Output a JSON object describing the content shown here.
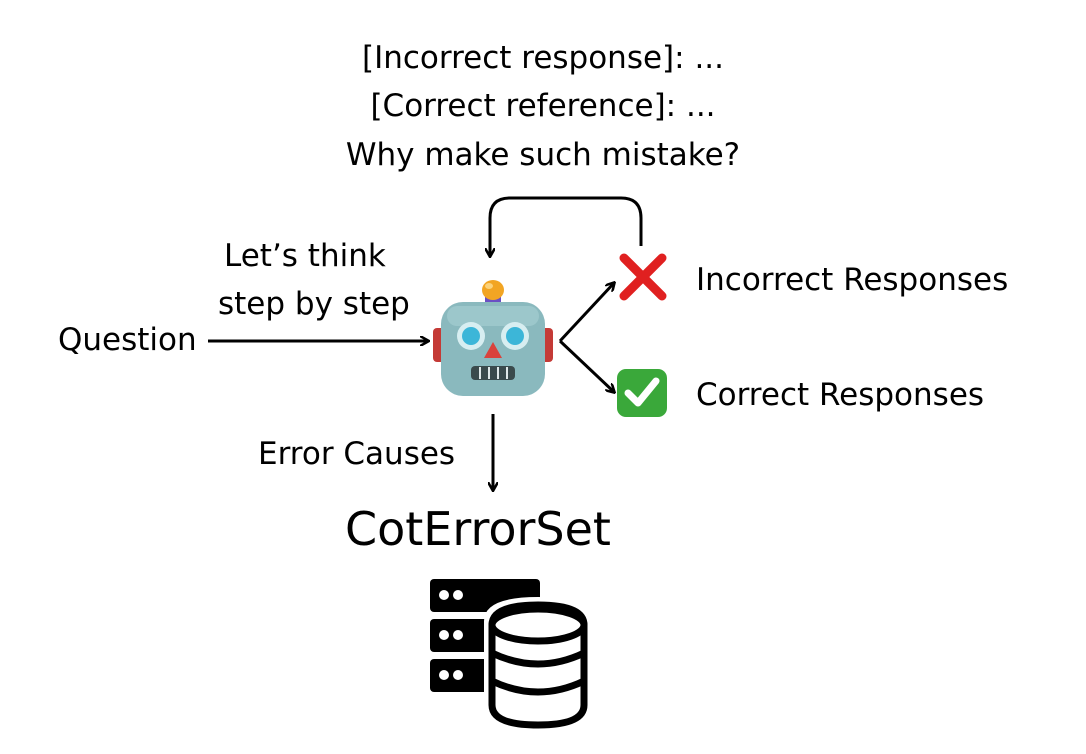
{
  "prompt": {
    "line1": "[Incorrect response]: ...",
    "line2": "[Correct reference]: ...",
    "line3": "Why make such mistake?"
  },
  "input": {
    "question": "Question",
    "cot_line1": "Let’s think",
    "cot_line2": "step by step"
  },
  "outputs": {
    "incorrect": "Incorrect Responses",
    "correct": "Correct Responses"
  },
  "error_causes": "Error Causes",
  "dataset_title": "CotErrorSet",
  "icons": [
    "robot-icon",
    "cross-mark-icon",
    "check-mark-icon",
    "database-icon"
  ],
  "colors": {
    "cross": "#e02020",
    "check": "#3aa83a",
    "robot_face": "#8ab9be",
    "robot_eye": "#3cb6d8",
    "robot_nose": "#d9423c",
    "robot_antenna": "#f2a523",
    "robot_stem": "#6a4fc4",
    "robot_ear": "#c43a36"
  }
}
